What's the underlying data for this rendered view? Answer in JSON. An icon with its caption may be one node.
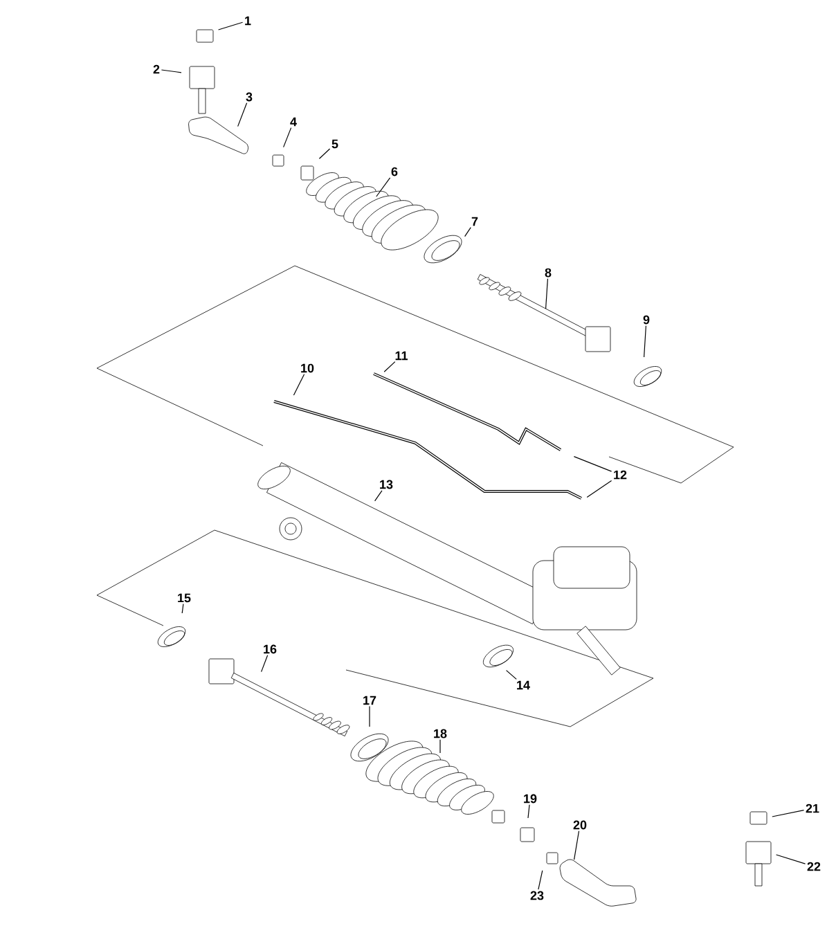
{
  "diagram": {
    "nodes": [
      {
        "text": [
          "1"
        ]
      },
      {
        "text": [
          "2"
        ]
      },
      {
        "text": [
          "3"
        ]
      },
      {
        "text": [
          "4"
        ]
      },
      {
        "text": [
          "5"
        ]
      },
      {
        "text": [
          "6"
        ]
      },
      {
        "text": [
          "7"
        ]
      },
      {
        "text": [
          "8"
        ]
      },
      {
        "text": [
          "9"
        ]
      },
      {
        "text": [
          "10"
        ]
      },
      {
        "text": [
          "11"
        ]
      },
      {
        "text": [
          "12"
        ]
      },
      {
        "text": [
          "13"
        ]
      },
      {
        "text": [
          "14"
        ]
      },
      {
        "text": [
          "15"
        ]
      },
      {
        "text": [
          "16"
        ]
      },
      {
        "text": [
          "17"
        ]
      },
      {
        "text": [
          "18"
        ]
      },
      {
        "text": [
          "19"
        ]
      },
      {
        "text": [
          "20"
        ]
      },
      {
        "text": [
          "21"
        ]
      },
      {
        "text": [
          "22"
        ]
      },
      {
        "text": [
          "23"
        ]
      }
    ],
    "edges": [
      {
        "from": 0,
        "to": null,
        "arrow": "none"
      },
      {
        "from": 1,
        "to": null,
        "arrow": "none"
      },
      {
        "from": 2,
        "to": null,
        "arrow": "none"
      },
      {
        "from": 3,
        "to": null,
        "arrow": "none"
      },
      {
        "from": 4,
        "to": null,
        "arrow": "none"
      },
      {
        "from": 5,
        "to": null,
        "arrow": "none"
      },
      {
        "from": 6,
        "to": null,
        "arrow": "none"
      },
      {
        "from": 7,
        "to": null,
        "arrow": "none"
      },
      {
        "from": 8,
        "to": null,
        "arrow": "none"
      },
      {
        "from": 9,
        "to": null,
        "arrow": "none"
      },
      {
        "from": 10,
        "to": null,
        "arrow": "none"
      },
      {
        "from": 11,
        "to": null,
        "arrow": "none"
      },
      {
        "from": 11,
        "to": null,
        "arrow": "none"
      },
      {
        "from": 12,
        "to": null,
        "arrow": "none"
      },
      {
        "from": 13,
        "to": null,
        "arrow": "none"
      },
      {
        "from": 14,
        "to": null,
        "arrow": "none"
      },
      {
        "from": 15,
        "to": null,
        "arrow": "none"
      },
      {
        "from": 16,
        "to": null,
        "arrow": "none"
      },
      {
        "from": 17,
        "to": null,
        "arrow": "none"
      },
      {
        "from": 18,
        "to": null,
        "arrow": "none"
      },
      {
        "from": 19,
        "to": null,
        "arrow": "none"
      },
      {
        "from": 20,
        "to": null,
        "arrow": "none"
      },
      {
        "from": 21,
        "to": null,
        "arrow": "none"
      },
      {
        "from": 22,
        "to": null,
        "arrow": "none"
      }
    ]
  }
}
